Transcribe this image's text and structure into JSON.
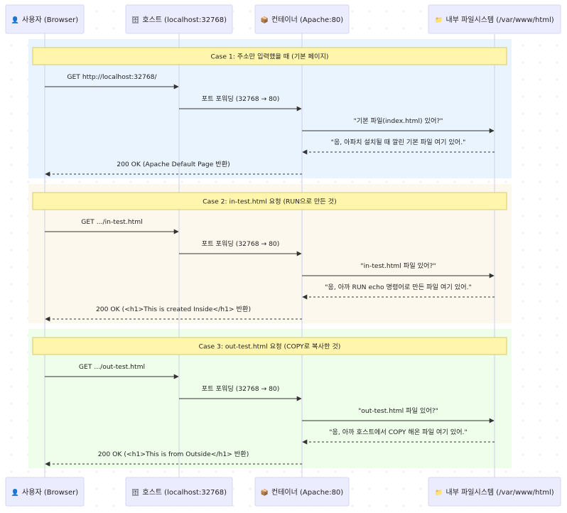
{
  "actors": [
    {
      "id": "user",
      "icon": "👤",
      "icon_name": "person-icon",
      "label": "사용자 (Browser)"
    },
    {
      "id": "host",
      "icon": "🗄",
      "icon_name": "server-icon",
      "label": "호스트 (localhost:32768)"
    },
    {
      "id": "container",
      "icon": "📦",
      "icon_name": "container-icon",
      "label": "컨테이너 (Apache:80)"
    },
    {
      "id": "fs",
      "icon": "📁",
      "icon_name": "folder-icon",
      "label": "내부 파일시스템 (/var/www/html)"
    }
  ],
  "colors": {
    "case1": "#eaf4ff",
    "case2": "#fdf8ee",
    "case3": "#eefeea",
    "note": "#fff5ad",
    "actor": "#ececff"
  },
  "cases": [
    {
      "note": "Case 1: 주소만 입력했을 때 (기본 페이지)",
      "messages": [
        {
          "from": "user",
          "to": "host",
          "style": "solid",
          "text": "GET http://localhost:32768/"
        },
        {
          "from": "host",
          "to": "container",
          "style": "solid",
          "text": "포트 포워딩 (32768 → 80)"
        },
        {
          "from": "container",
          "to": "fs",
          "style": "solid",
          "text": "\"기본 파일(index.html) 있어?\""
        },
        {
          "from": "fs",
          "to": "container",
          "style": "dashed",
          "text": "\"응, 아파치 설치될 때 깔린 기본 파일 여기 있어.\""
        },
        {
          "from": "container",
          "to": "user",
          "style": "dashed",
          "text": "200 OK (Apache Default Page 반환)"
        }
      ]
    },
    {
      "note": "Case 2: in-test.html 요청 (RUN으로 만든 것)",
      "messages": [
        {
          "from": "user",
          "to": "host",
          "style": "solid",
          "text": "GET .../in-test.html"
        },
        {
          "from": "host",
          "to": "container",
          "style": "solid",
          "text": "포트 포워딩 (32768 → 80)"
        },
        {
          "from": "container",
          "to": "fs",
          "style": "solid",
          "text": "\"in-test.html 파일 있어?\""
        },
        {
          "from": "fs",
          "to": "container",
          "style": "dashed",
          "text": "\"응, 아까 RUN echo 명령어로 만든 파일 여기 있어.\""
        },
        {
          "from": "container",
          "to": "user",
          "style": "dashed",
          "text": "200 OK (<h1>This is created Inside</h1> 반환)"
        }
      ]
    },
    {
      "note": "Case 3: out-test.html 요청 (COPY로 복사한 것)",
      "messages": [
        {
          "from": "user",
          "to": "host",
          "style": "solid",
          "text": "GET .../out-test.html"
        },
        {
          "from": "host",
          "to": "container",
          "style": "solid",
          "text": "포트 포워딩 (32768 → 80)"
        },
        {
          "from": "container",
          "to": "fs",
          "style": "solid",
          "text": "\"out-test.html 파일 있어?\""
        },
        {
          "from": "fs",
          "to": "container",
          "style": "dashed",
          "text": "\"응, 아까 호스트에서 COPY 해온 파일 여기 있어.\""
        },
        {
          "from": "container",
          "to": "user",
          "style": "dashed",
          "text": "200 OK (<h1>This is from Outside</h1> 반환)"
        }
      ]
    }
  ]
}
